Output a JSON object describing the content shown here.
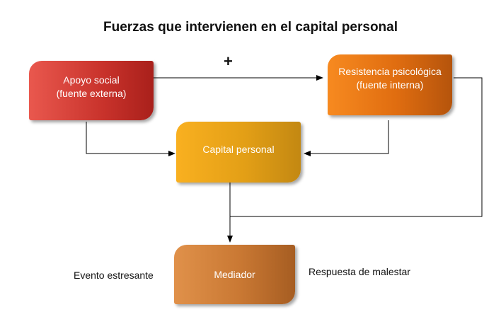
{
  "title": "Fuerzas que intervienen en el capital personal",
  "nodes": {
    "apoyo": {
      "line1": "Apoyo social",
      "line2": "(fuente externa)"
    },
    "resistencia": {
      "line1": "Resistencia psicológica",
      "line2": "(fuente interna)"
    },
    "capital": {
      "line1": "Capital personal"
    },
    "mediador": {
      "line1": "Mediador"
    }
  },
  "labels": {
    "plus": "+",
    "evento": "Evento estresante",
    "respuesta": "Respuesta de malestar"
  },
  "colors": {
    "apoyo": "#c8322b",
    "resistencia": "#e06d10",
    "capital": "#e39f16",
    "mediador": "#c97833",
    "connector": "#000000"
  }
}
